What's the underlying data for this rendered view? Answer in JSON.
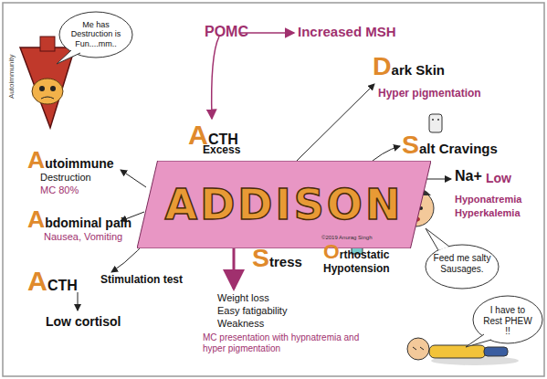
{
  "diagram": {
    "nodes": [
      {
        "text": [
          "ADDISON"
        ]
      }
    ],
    "labels": [
      "Me has Destruction is Fun....mm..",
      "Autoimmunity",
      "POMC",
      "Increased MSH",
      "Dark Skin",
      "Hyper pigmentation",
      "ACTH",
      "Excess",
      "Salt Cravings",
      "Na+",
      "Low",
      "Hyponatremia",
      "Hyperkalemia",
      "Autoimmune",
      "Destruction",
      "MC 80%",
      "Abdominal pain",
      "Nausea, Vomiting",
      "Stress",
      "Orthostatic Hypotension",
      "Feed me salty Sausages.",
      "©2019 Anurag Singh",
      "ACTH",
      "Stimulation test",
      "Low cortisol",
      "Weight loss",
      "Easy fatigability",
      "Weakness",
      "MC presentation with hypnatremia and hyper pigmentation",
      "I have to Rest PHEW !!"
    ]
  }
}
